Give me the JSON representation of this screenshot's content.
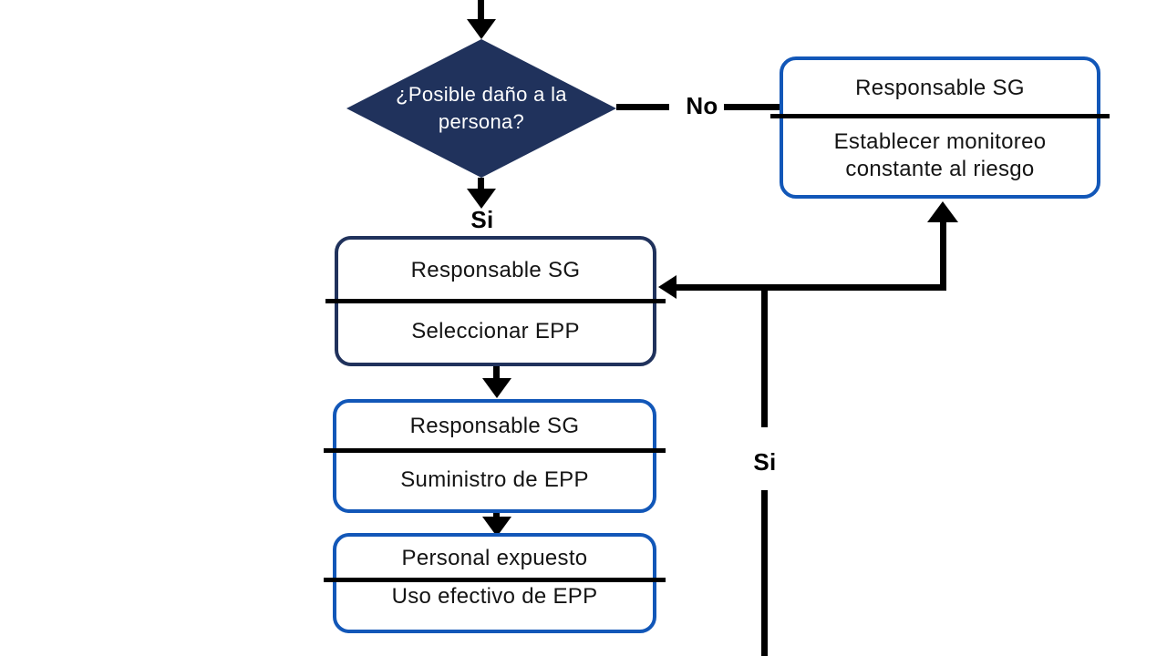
{
  "colors": {
    "navy": "#20325c",
    "blue": "#1257b8",
    "ink": "#000000",
    "box_text": "#141414",
    "diamond_text": "#ffffff",
    "background": "#ffffff"
  },
  "diamond": {
    "text": "¿Posible daño a la persona?"
  },
  "labels": {
    "no": "No",
    "si_below_diamond": "Si",
    "si_right_branch": "Si"
  },
  "boxes": {
    "monitor": {
      "header": "Responsable SG",
      "body": "Establecer monitoreo constante al riesgo"
    },
    "select": {
      "header": "Responsable SG",
      "body": "Seleccionar EPP"
    },
    "supply": {
      "header": "Responsable SG",
      "body": "Suministro de EPP"
    },
    "use": {
      "header": "Personal expuesto",
      "body": "Uso efectivo de EPP"
    }
  }
}
